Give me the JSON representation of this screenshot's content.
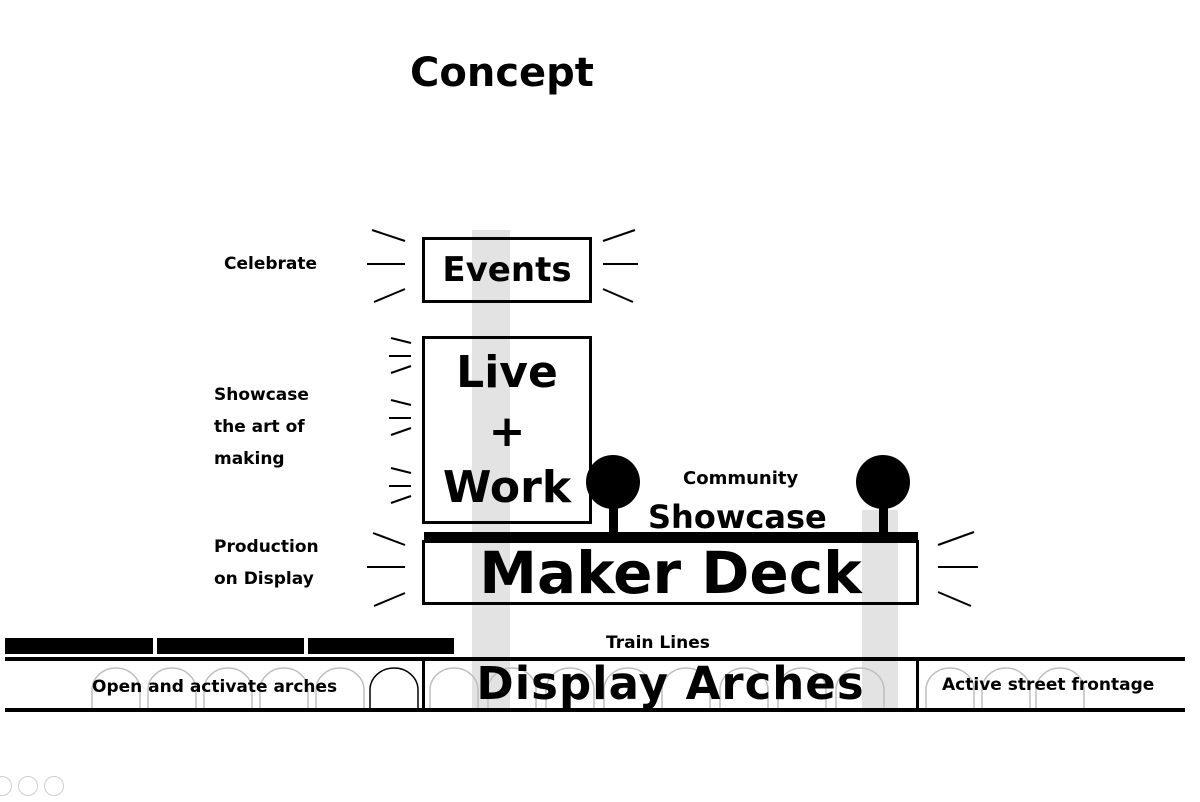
{
  "title": "Concept",
  "labels": {
    "celebrate": "Celebrate",
    "showcase_art": [
      "Showcase",
      "the art of",
      "making"
    ],
    "production": [
      "Production",
      "on Display"
    ],
    "community": "Community",
    "showcase": "Showcase",
    "train_lines": "Train Lines",
    "open_arches": "Open and activate arches",
    "active_frontage": "Active street frontage"
  },
  "boxes": {
    "events": "Events",
    "live_work": [
      "Live",
      "+",
      "Work"
    ],
    "maker_deck": "Maker Deck",
    "display_arches": "Display Arches"
  },
  "colors": {
    "ink": "#000000",
    "highlight_band": "#d9d9d9",
    "arch_line": "#bfbfbf"
  }
}
